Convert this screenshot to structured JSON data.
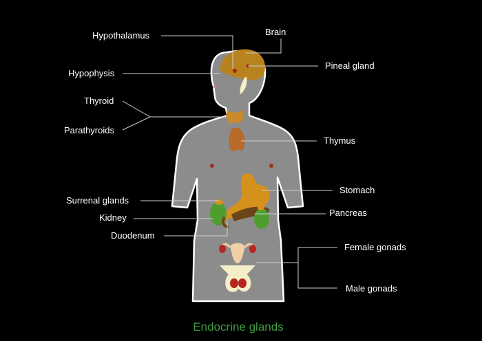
{
  "title": "Endocrine glands",
  "labels": {
    "hypothalamus": "Hypothalamus",
    "brain": "Brain",
    "hypophysis": "Hypophysis",
    "pineal_gland": "Pineal gland",
    "thyroid": "Thyroid",
    "parathyroids": "Parathyroids",
    "thymus": "Thymus",
    "stomach": "Stomach",
    "surrenal_glands": "Surrenal glands",
    "pancreas": "Pancreas",
    "kidney": "Kidney",
    "duodenum": "Duodenum",
    "female_gonads": "Female gonads",
    "male_gonads": "Male gonads"
  },
  "colors": {
    "background": "#000000",
    "body": "#8c8c8c",
    "outline": "#ffffff",
    "glands": "#c98a2a",
    "brain": "#b8821e",
    "kidney": "#4e9d2f",
    "title": "#3f9e3f",
    "lines": "#cfcfcf"
  }
}
